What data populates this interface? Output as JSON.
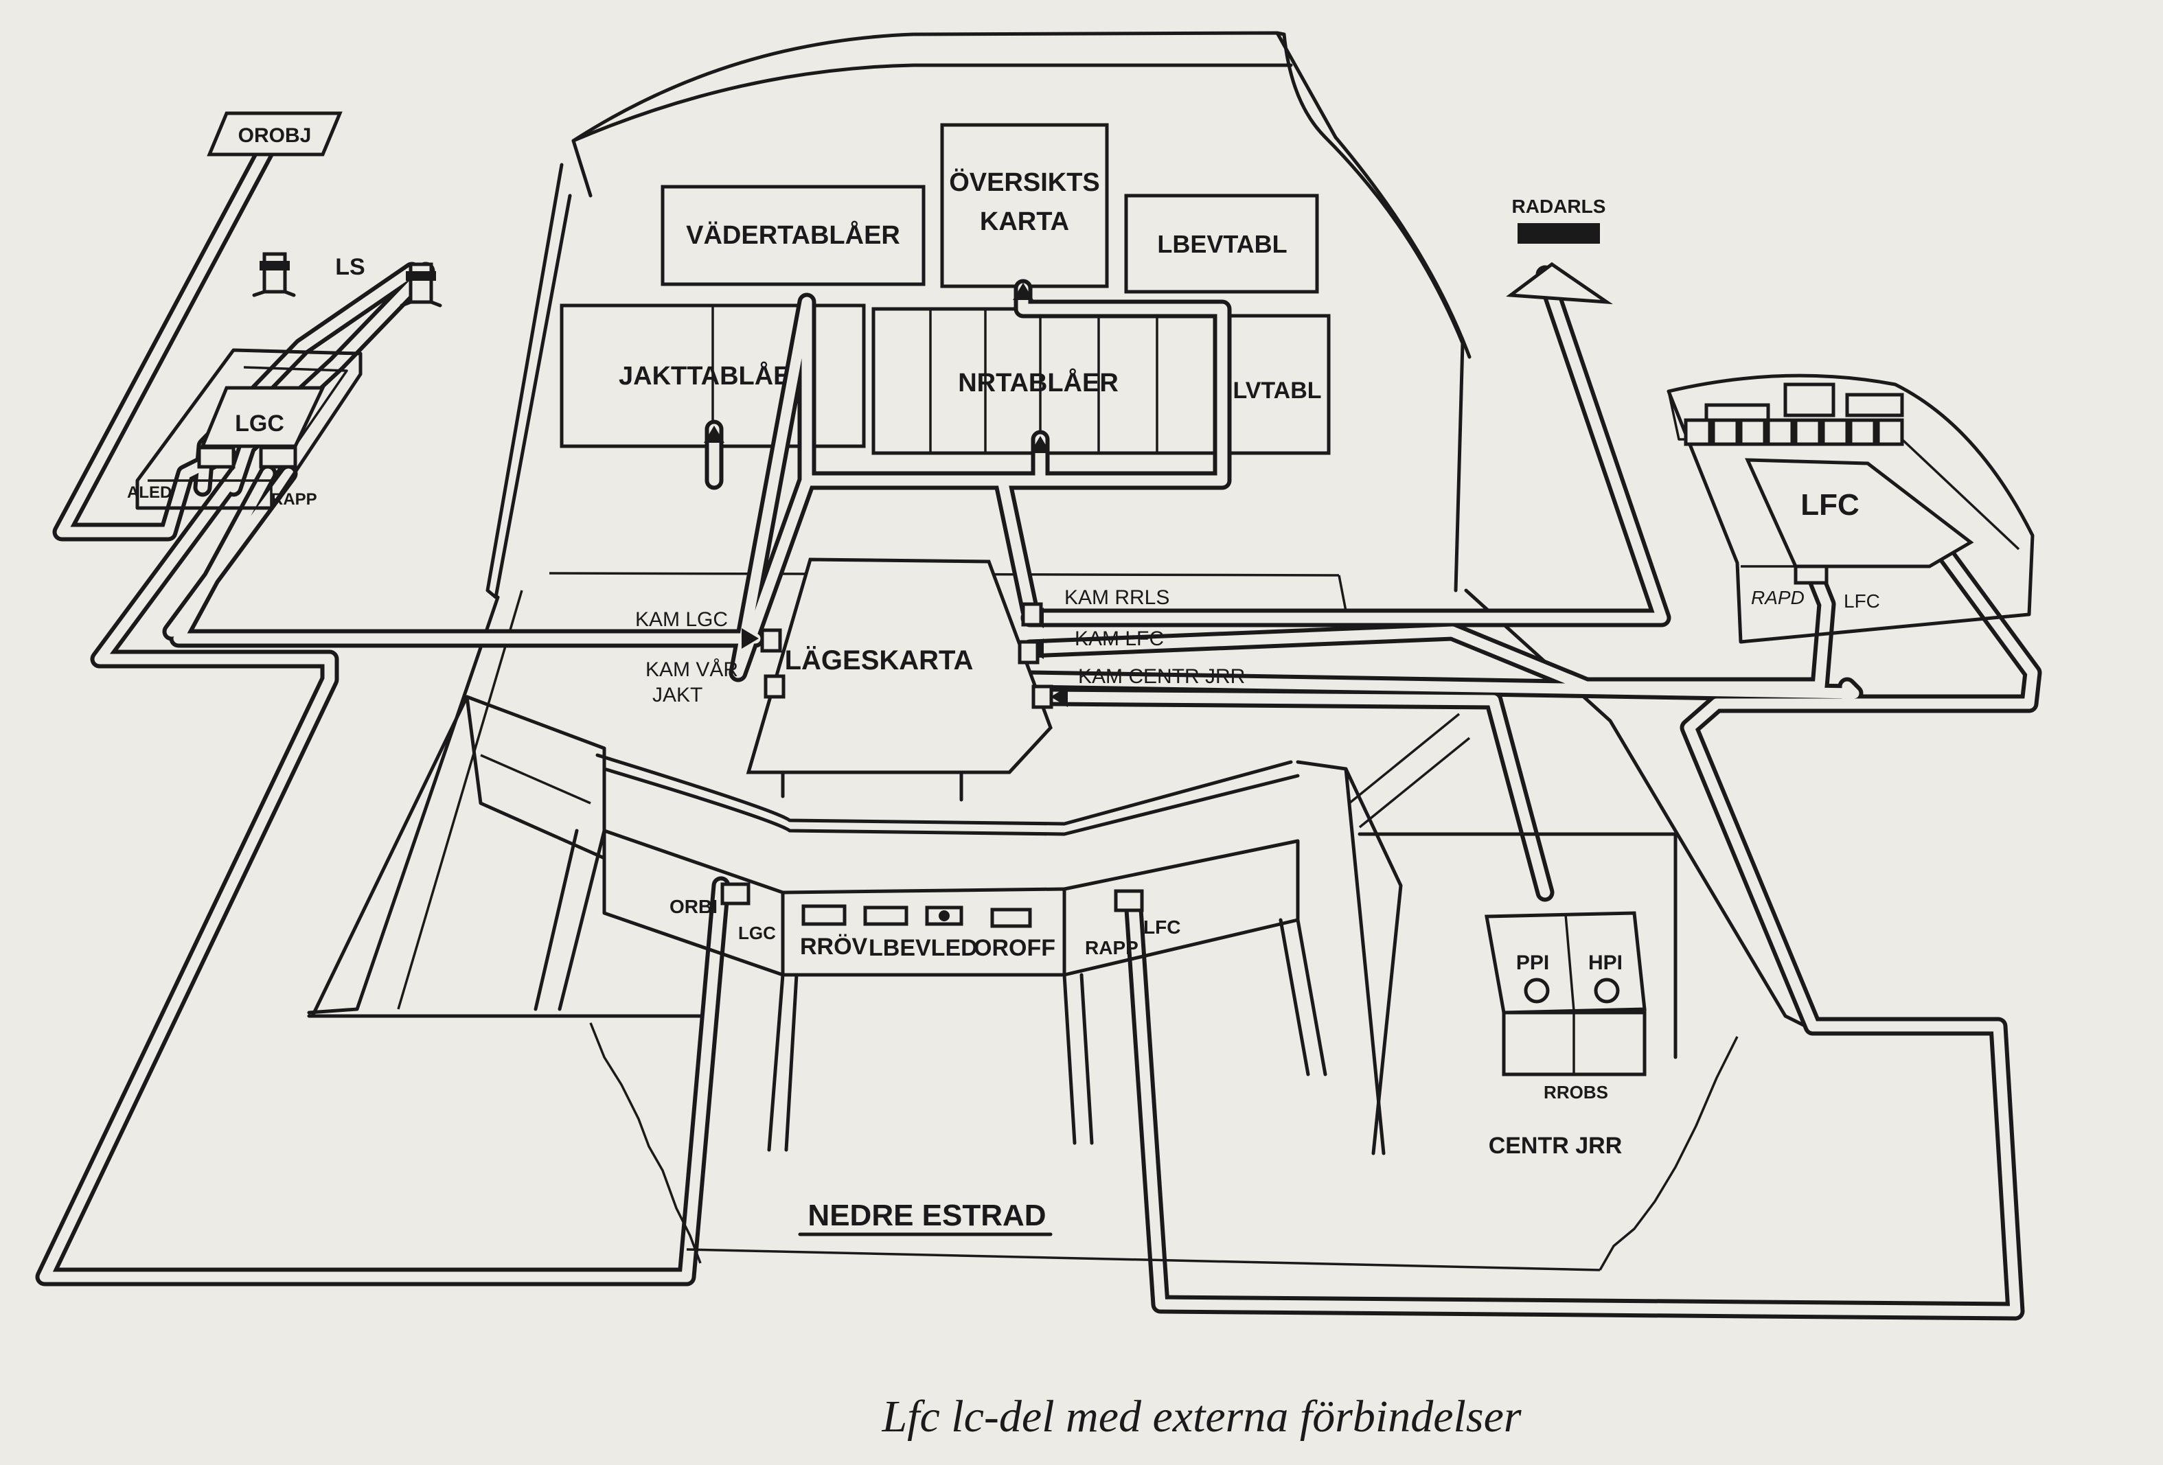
{
  "labels": {
    "orobj": "OROBJ",
    "ls": "LS",
    "lgc_room": "LGC",
    "aled": "ALED",
    "rapp_left": "RAPP",
    "vadertablaer": "VÄDERTABLÅER",
    "oversikts_line1": "ÖVERSIKTS",
    "oversikts_line2": "KARTA",
    "lbevtabl": "LBEVTABL",
    "jakttablaer": "JAKTTABLÅER",
    "nrtablaer": "NRTABLÅER",
    "lvtabl": "LVTABL",
    "radarls": "RADARLS",
    "lfc_room": "LFC",
    "rapd": "RAPD",
    "lfc_right": "LFC",
    "kam_lgc": "KAM LGC",
    "kam_var_line1": "KAM VÅR",
    "kam_var_line2": "JAKT",
    "lageskarta": "LÄGESKARTA",
    "kam_rrls": "KAM RRLS",
    "kam_lfc": "KAM LFC",
    "kam_centr_jrr": "KAM CENTR JRR",
    "orbi": "ORBI",
    "lgc_desk": "LGC",
    "rrov": "RRÖV",
    "lbevled": "LBEVLED",
    "oroff": "OROFF",
    "rapp_desk": "RAPP",
    "lfc_desk": "LFC",
    "ppi": "PPI",
    "hpi": "HPI",
    "rrobs": "RROBS",
    "centr_jrr": "CENTR JRR",
    "nedre_estrad": "NEDRE ESTRAD",
    "caption": "Lfc lc-del med externa förbindelser"
  }
}
